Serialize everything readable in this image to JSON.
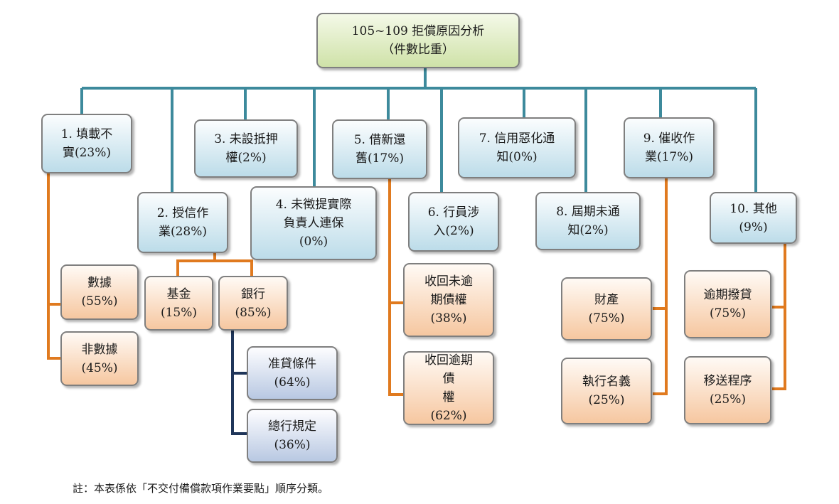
{
  "root": {
    "line1": "105~109 拒償原因分析",
    "line2": "（件數比重）"
  },
  "categories": [
    {
      "line1": "1. 填載不",
      "line2": "實(23%)"
    },
    {
      "line1": "2. 授信作",
      "line2": "業(28%)"
    },
    {
      "line1": "3. 未設抵押",
      "line2": "權(2%)"
    },
    {
      "line1": "4. 未徵提實際",
      "line2": "負責人連保",
      "line3": "(0%)"
    },
    {
      "line1": "5. 借新還",
      "line2": "舊(17%)"
    },
    {
      "line1": "6. 行員涉",
      "line2": "入(2%)"
    },
    {
      "line1": "7. 信用惡化通",
      "line2": "知(0%)"
    },
    {
      "line1": "8. 屆期未通",
      "line2": "知(2%)"
    },
    {
      "line1": "9. 催收作",
      "line2": "業(17%)"
    },
    {
      "line1": "10. 其他",
      "line2": "(9%)"
    }
  ],
  "subs": {
    "c1": [
      {
        "line1": "數據",
        "line2": "(55%)"
      },
      {
        "line1": "非數據",
        "line2": "(45%)"
      }
    ],
    "c2": [
      {
        "line1": "基金",
        "line2": "(15%)"
      },
      {
        "line1": "銀行",
        "line2": "(85%)"
      }
    ],
    "bank": [
      {
        "line1": "准貸條件",
        "line2": "(64%)"
      },
      {
        "line1": "總行規定",
        "line2": "(36%)"
      }
    ],
    "c5": [
      {
        "line1": "收回未逾",
        "line2": "期債權",
        "line3": "(38%)"
      },
      {
        "line1": "收回逾期",
        "line2a": "債",
        "line2b": "權",
        "line3": "(62%)"
      }
    ],
    "c9": [
      {
        "line1": "財產",
        "line2": "(75%)"
      },
      {
        "line1": "執行名義",
        "line2": "(25%)"
      }
    ],
    "c10": [
      {
        "line1": "逾期撥貸",
        "line2": "(75%)"
      },
      {
        "line1": "移送程序",
        "line2": "(25%)"
      }
    ]
  },
  "note": "註：本表係依「不交付備償款項作業要點」順序分類。",
  "colors": {
    "teal": "#3d8a9c",
    "orange": "#e07a1f",
    "navy": "#1f3559"
  }
}
